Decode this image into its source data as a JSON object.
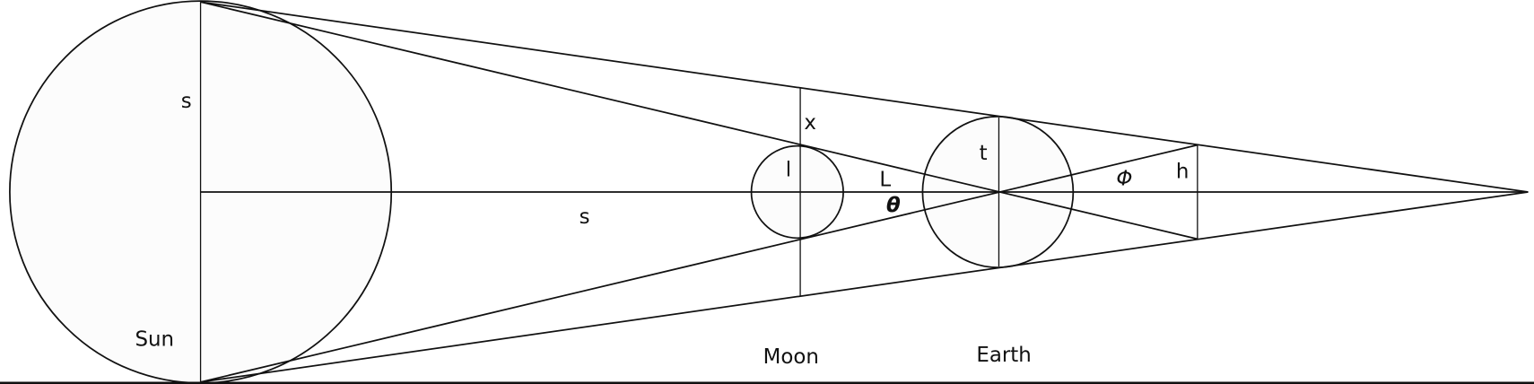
{
  "labels": {
    "sun_radius": "s",
    "sun_distance": "s",
    "x": "x",
    "moon_radius": "l",
    "L": "L",
    "theta": "θ",
    "earth_radius": "t",
    "phi": "Φ",
    "h": "h",
    "sun": "Sun",
    "moon": "Moon",
    "earth": "Earth"
  }
}
